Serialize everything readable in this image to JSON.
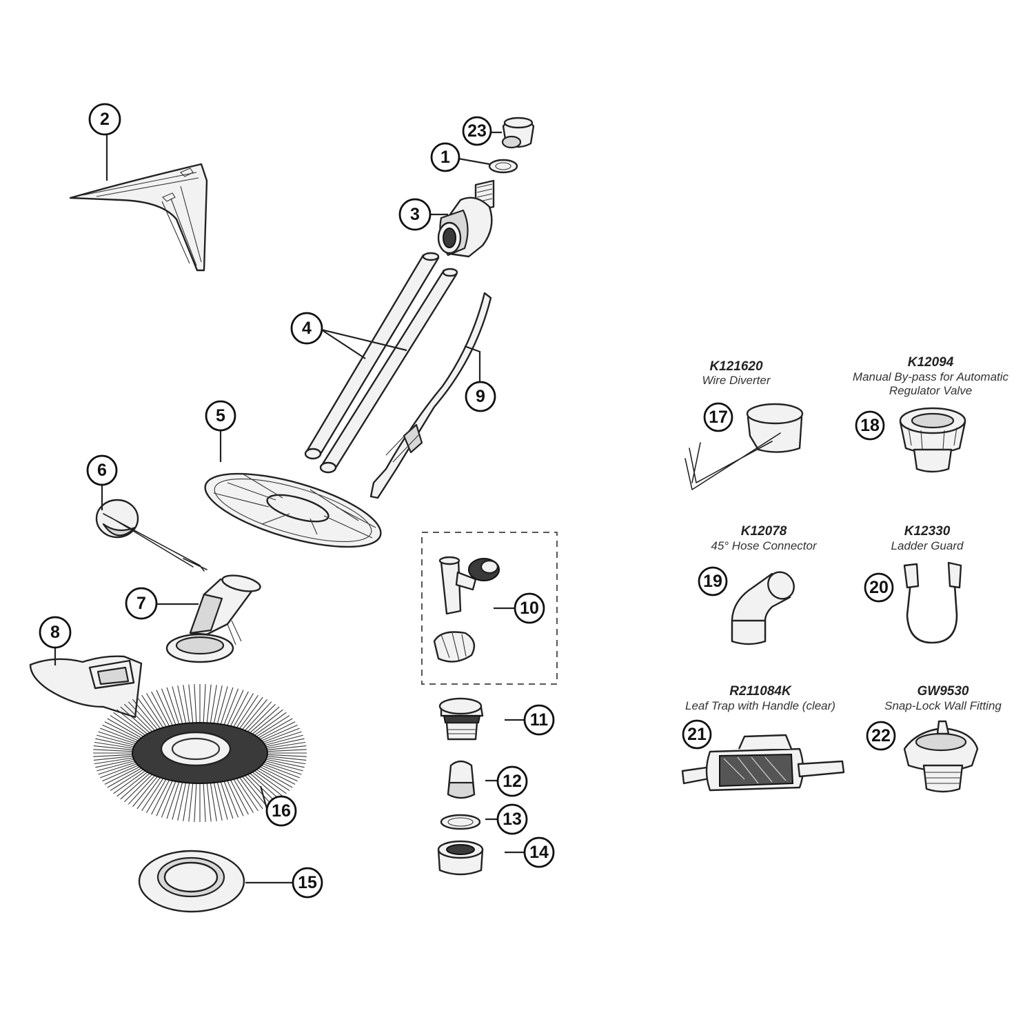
{
  "callouts": {
    "c1": "1",
    "c2": "2",
    "c3": "3",
    "c4": "4",
    "c5": "5",
    "c6": "6",
    "c7": "7",
    "c8": "8",
    "c9": "9",
    "c10": "10",
    "c11": "11",
    "c12": "12",
    "c13": "13",
    "c14": "14",
    "c15": "15",
    "c16": "16",
    "c17": "17",
    "c18": "18",
    "c19": "19",
    "c20": "20",
    "c21": "21",
    "c22": "22",
    "c23": "23"
  },
  "accessories": {
    "k121620": {
      "part_number": "K121620",
      "description": "Wire Diverter"
    },
    "k12094": {
      "part_number": "K12094",
      "description_line1": "Manual By-pass for Automatic",
      "description_line2": "Regulator Valve"
    },
    "k12078": {
      "part_number": "K12078",
      "description": "45° Hose Connector"
    },
    "k12330": {
      "part_number": "K12330",
      "description": "Ladder Guard"
    },
    "r211084k": {
      "part_number": "R211084K",
      "description": "Leaf Trap with Handle (clear)"
    },
    "gw9530": {
      "part_number": "GW9530",
      "description": "Snap-Lock Wall Fitting"
    }
  }
}
